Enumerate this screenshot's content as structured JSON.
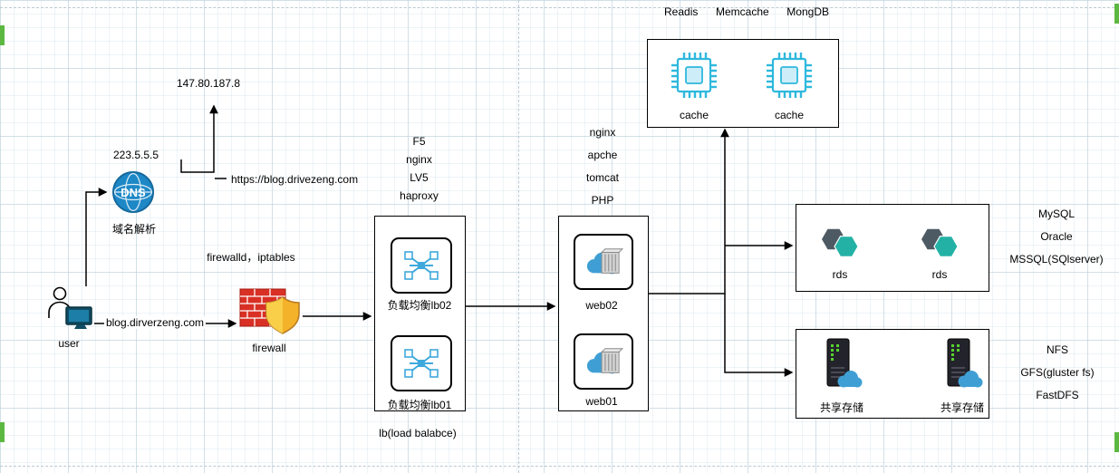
{
  "user": {
    "label": "user",
    "domain_label": "blog.dirverzeng.com"
  },
  "dns": {
    "icon_text": "DNS",
    "label": "域名解析",
    "ip": "223.5.5.5",
    "resolved_ip": "147.80.187.8",
    "url": "https://blog.drivezeng.com"
  },
  "firewall": {
    "label": "firewall",
    "annotation": "firewalld，iptables"
  },
  "lb": {
    "tech_stack": [
      "F5",
      "nginx",
      "LV5",
      "haproxy"
    ],
    "nodes": [
      {
        "label": "负载均衡lb02"
      },
      {
        "label": "负载均衡lb01"
      }
    ],
    "caption": "lb(load balabce)"
  },
  "web": {
    "tech_stack": [
      "nginx",
      "apche",
      "tomcat",
      "PHP"
    ],
    "nodes": [
      {
        "label": "web02"
      },
      {
        "label": "web01"
      }
    ]
  },
  "cache": {
    "tech_stack": [
      "Readis",
      "Memcache",
      "MongDB"
    ],
    "nodes": [
      {
        "label": "cache"
      },
      {
        "label": "cache"
      }
    ]
  },
  "rds": {
    "tech_stack": [
      "MySQL",
      "Oracle",
      "MSSQL(SQlserver)"
    ],
    "nodes": [
      {
        "label": "rds"
      },
      {
        "label": "rds"
      }
    ]
  },
  "storage": {
    "tech_stack": [
      "NFS",
      "GFS(gluster fs)",
      "FastDFS"
    ],
    "nodes": [
      {
        "label": "共享存储"
      },
      {
        "label": "共享存储"
      }
    ]
  }
}
